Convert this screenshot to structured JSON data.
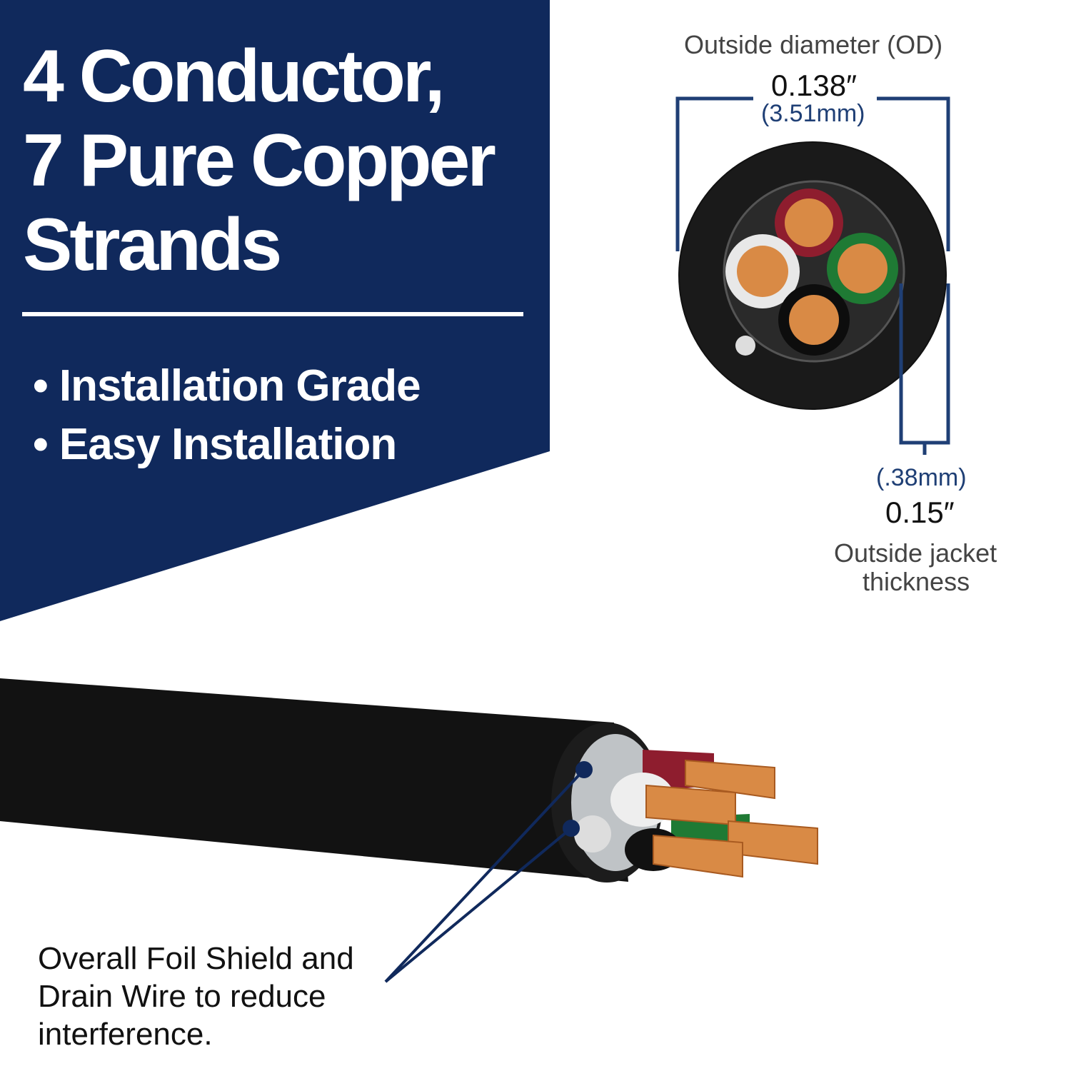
{
  "headline": {
    "lines": [
      "4 Conductor,",
      "7 Pure Copper",
      "Strands"
    ]
  },
  "features": [
    "• Installation Grade",
    "• Easy Installation"
  ],
  "outside_diameter": {
    "label": "Outside diameter (OD)",
    "inches": "0.138″",
    "mm": "(3.51mm)"
  },
  "jacket_thickness": {
    "mm": "(.38mm)",
    "inches": "0.15″",
    "label_line1": "Outside jacket",
    "label_line2": "thickness"
  },
  "callout": {
    "lines": [
      "Overall Foil Shield and",
      "Drain Wire to reduce",
      "interference."
    ]
  },
  "colors": {
    "panel": "#10295c",
    "bracket": "#1f3f75",
    "copper": "#d98a45"
  }
}
